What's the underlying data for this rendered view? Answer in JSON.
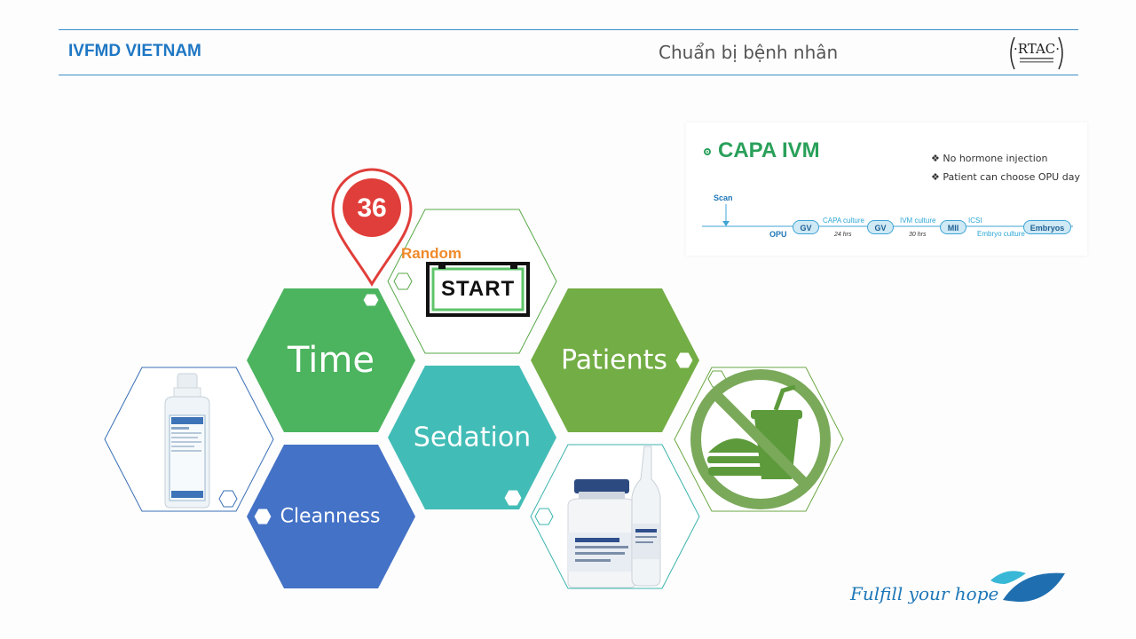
{
  "header": {
    "brand": "IVFMD VIETNAM",
    "title": "Chuẩn bị bệnh nhân",
    "logo_text": "RTAC"
  },
  "hexagons": {
    "time": "Time",
    "sedation": "Sedation",
    "patients": "Patients",
    "cleanness": "Cleanness"
  },
  "pin": {
    "number": "36"
  },
  "random_start": {
    "random": "Random",
    "start": "START"
  },
  "capa": {
    "title": "CAPA IVM",
    "bullets": [
      "No hormone injection",
      "Patient can choose OPU day"
    ],
    "timeline": {
      "scan": "Scan",
      "opu": "OPU",
      "gv1": "GV",
      "capa_culture": "CAPA culture",
      "hrs24": "24 hrs",
      "gv2": "GV",
      "ivm_culture": "IVM culture",
      "hrs30": "30 hrs",
      "mii": "MII",
      "icsi": "ICSI",
      "embryo_culture": "Embryo culture",
      "embryos": "Embryos"
    }
  },
  "footer": {
    "slogan": "Fulfill your hope"
  },
  "colors": {
    "time": "#4cb45f",
    "sedation": "#42bcb6",
    "patients": "#73ad45",
    "cleanness": "#4472c6",
    "brand": "#1f77c4",
    "capa_green": "#2aa05a",
    "pin_red": "#e03e3a"
  }
}
